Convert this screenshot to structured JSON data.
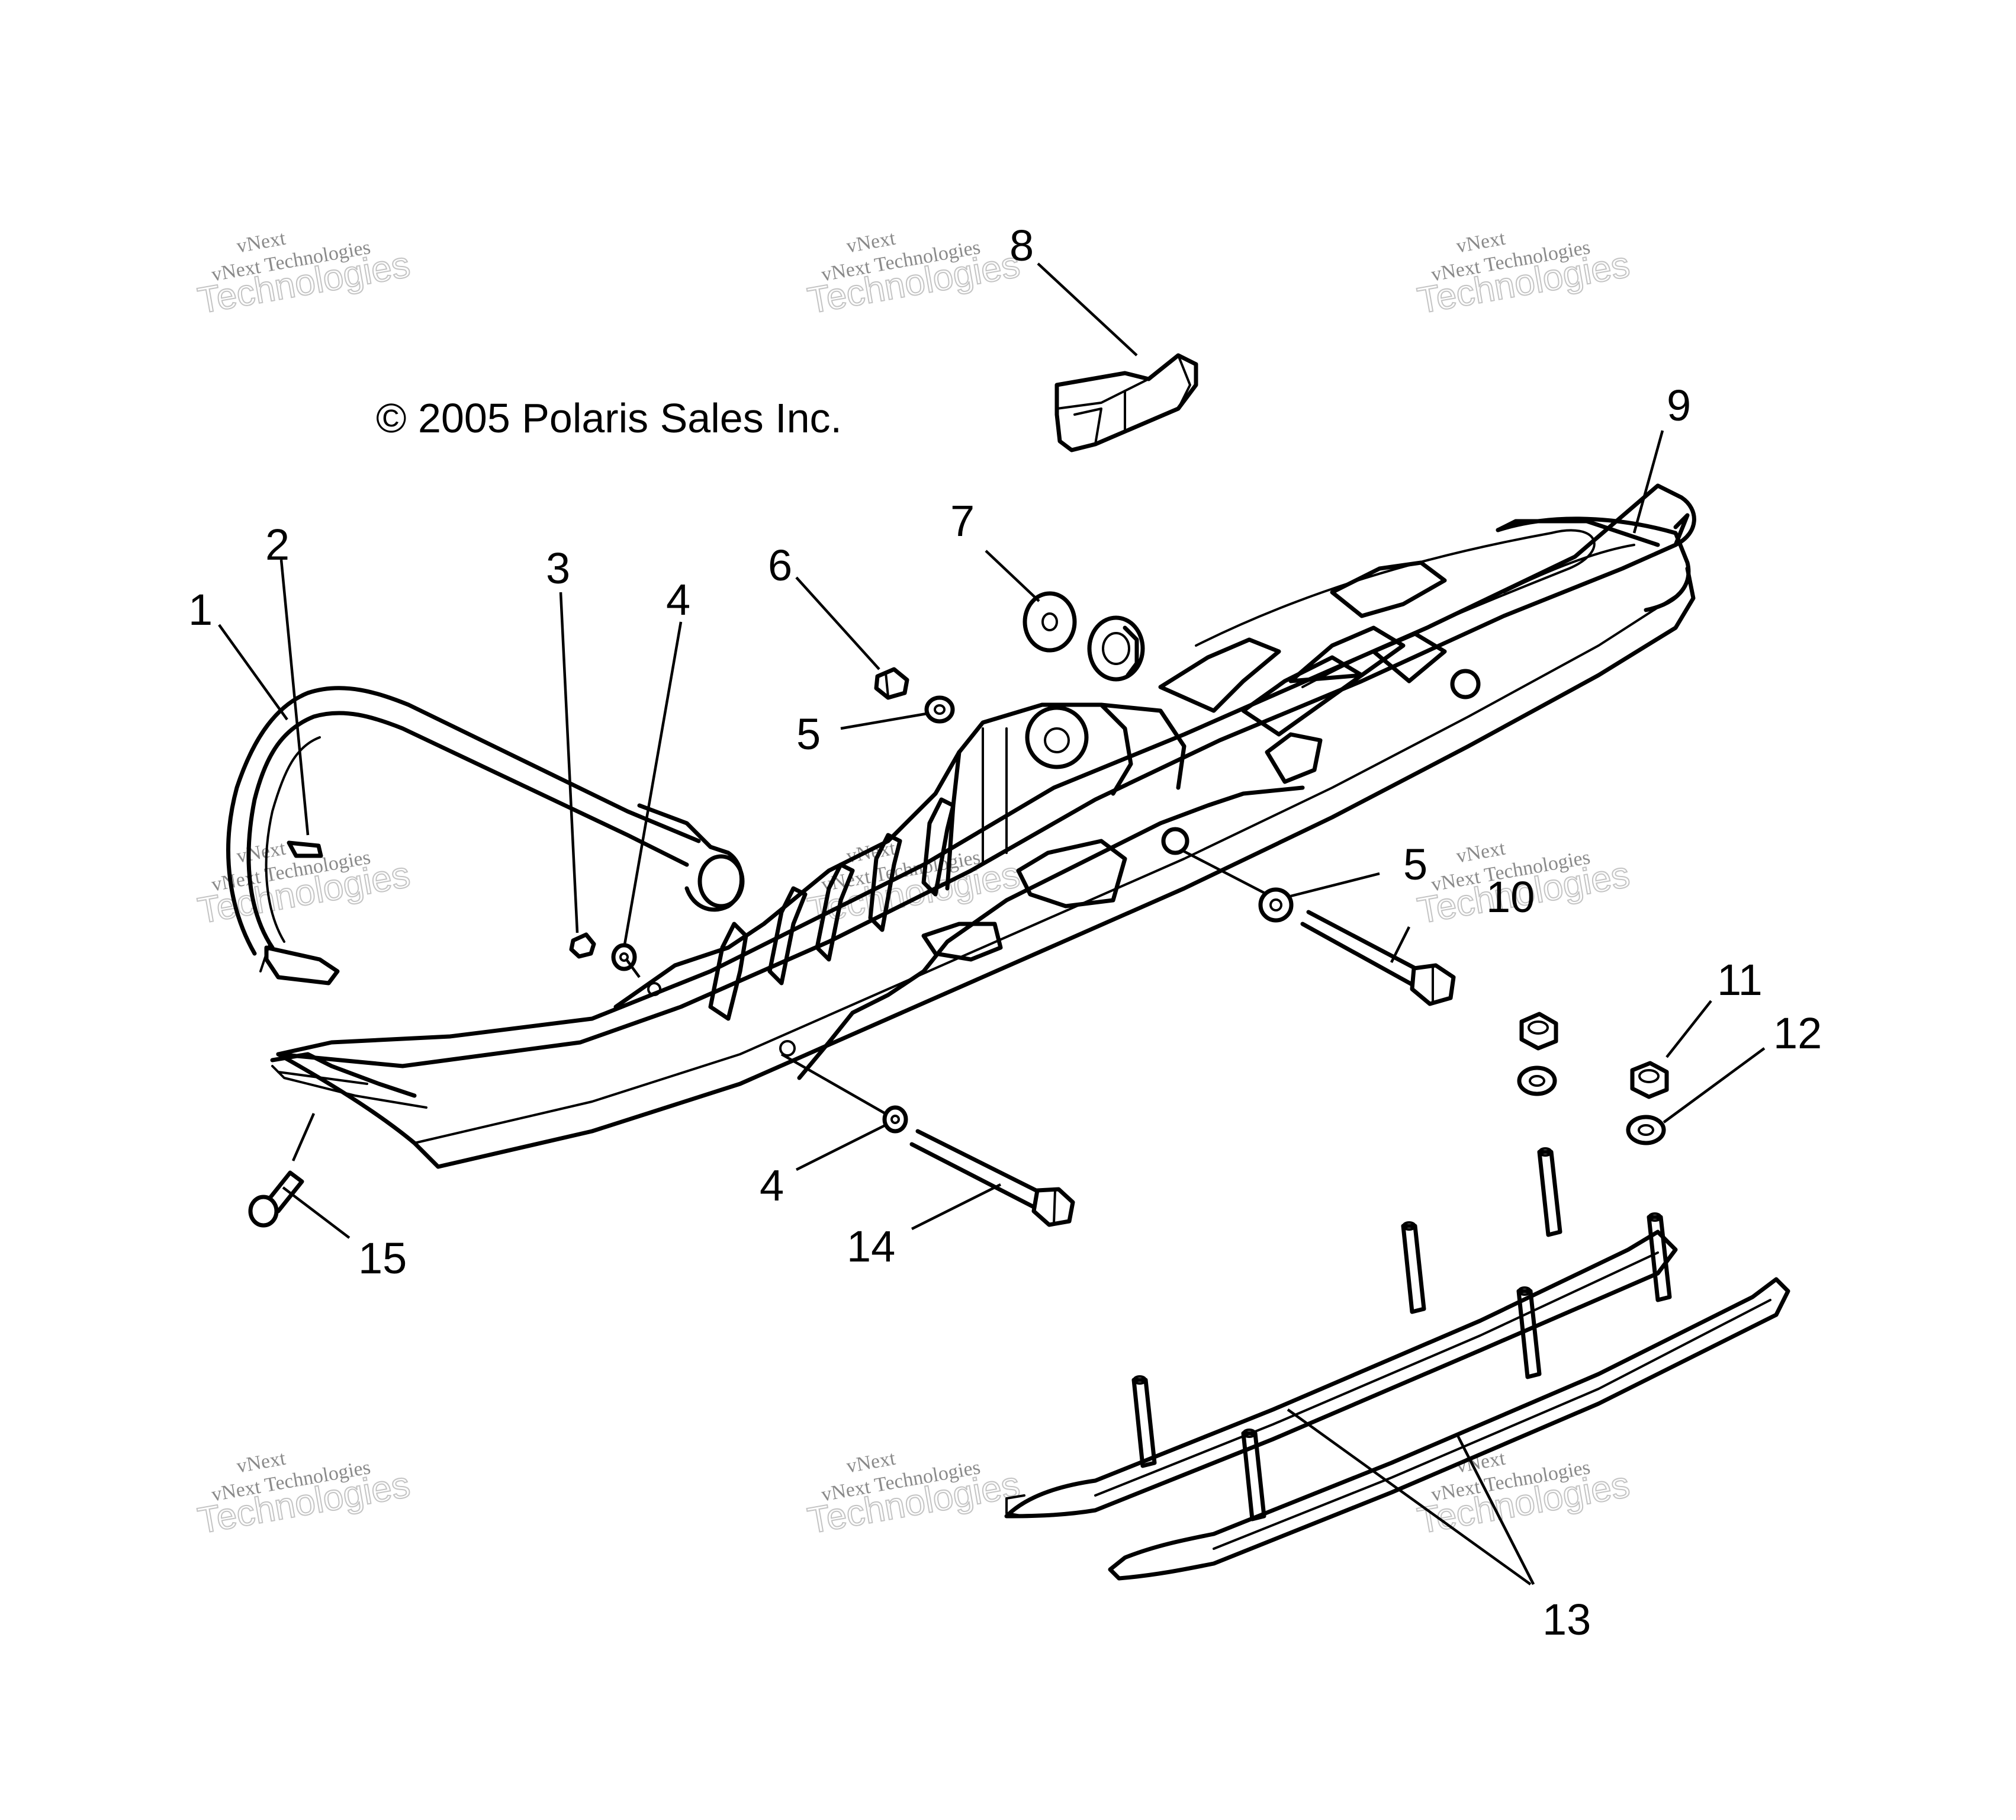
{
  "copyright": "© 2005 Polaris Sales Inc.",
  "watermark": {
    "line1": "vNext",
    "line2": "vNext Technologies",
    "line3": "Technologies"
  },
  "callouts": [
    "1",
    "2",
    "3",
    "4",
    "4",
    "5",
    "5",
    "6",
    "7",
    "8",
    "9",
    "10",
    "11",
    "12",
    "13",
    "14",
    "15"
  ]
}
